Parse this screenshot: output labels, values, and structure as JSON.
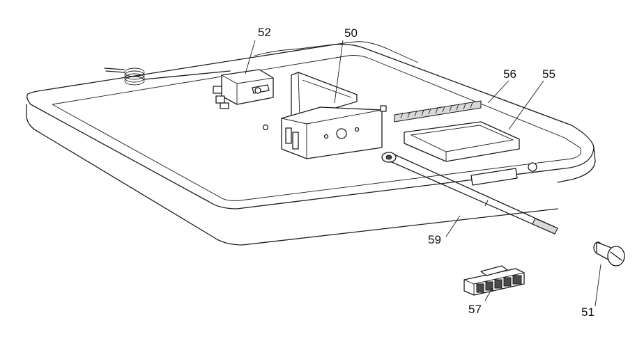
{
  "labels": {
    "p50": "50",
    "p51": "51",
    "p52": "52",
    "p55": "55",
    "p56": "56",
    "p57": "57",
    "p59": "59"
  },
  "colors": {
    "line": "#1a1a1a",
    "shade": "#d9d9d9",
    "background": "#ffffff"
  }
}
